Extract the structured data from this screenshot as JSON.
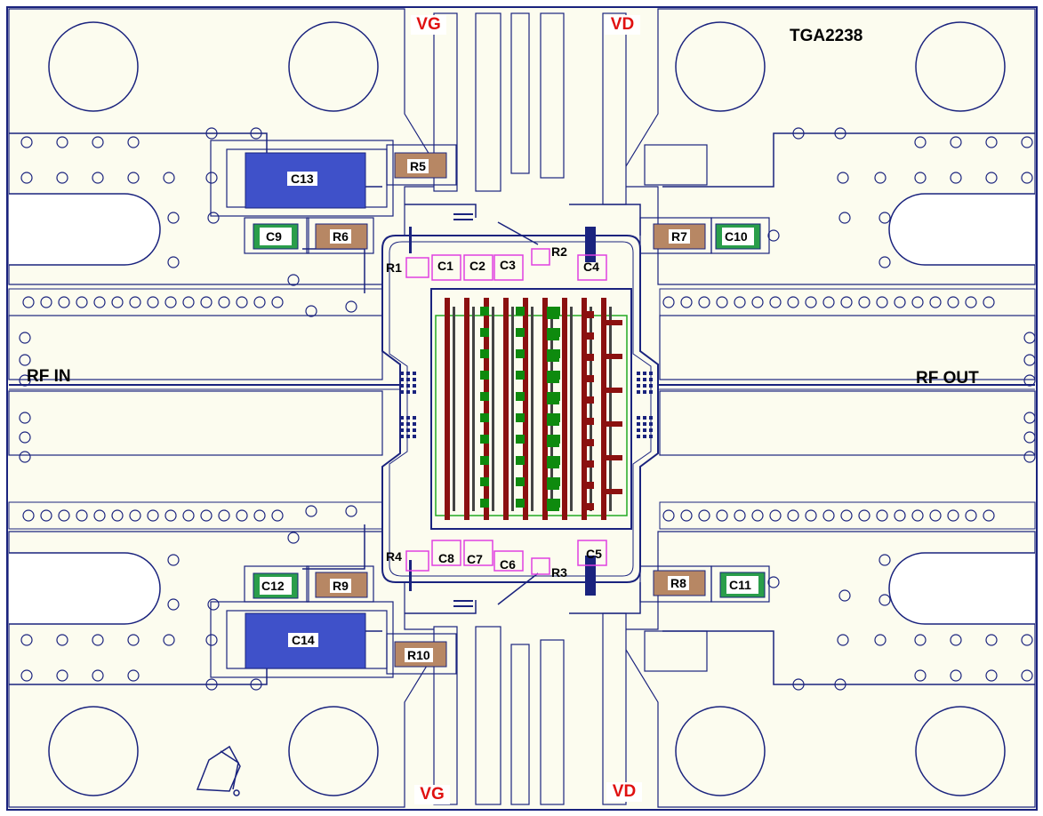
{
  "part_number": "TGA2238",
  "pins": {
    "vg_top": "VG",
    "vd_top": "VD",
    "vg_bottom": "VG",
    "vd_bottom": "VD"
  },
  "ports": {
    "rf_in": "RF IN",
    "rf_out": "RF OUT"
  },
  "components": {
    "C1": "C1",
    "C2": "C2",
    "C3": "C3",
    "C4": "C4",
    "C5": "C5",
    "C6": "C6",
    "C7": "C7",
    "C8": "C8",
    "C9": "C9",
    "C10": "C10",
    "C11": "C11",
    "C12": "C12",
    "C13": "C13",
    "C14": "C14",
    "R1": "R1",
    "R2": "R2",
    "R3": "R3",
    "R4": "R4",
    "R5": "R5",
    "R6": "R6",
    "R7": "R7",
    "R8": "R8",
    "R9": "R9",
    "R10": "R10"
  },
  "colors": {
    "board": "#fcfcef",
    "trace": "#1a237e",
    "resistor": "#b78764",
    "capacitor_small": "#2a9e4a",
    "capacitor_large": "#3f51c9",
    "pin_label": "#e01010",
    "pad_outline": "#e040e0",
    "die_red": "#8b1010",
    "die_green": "#0e8a0e"
  }
}
